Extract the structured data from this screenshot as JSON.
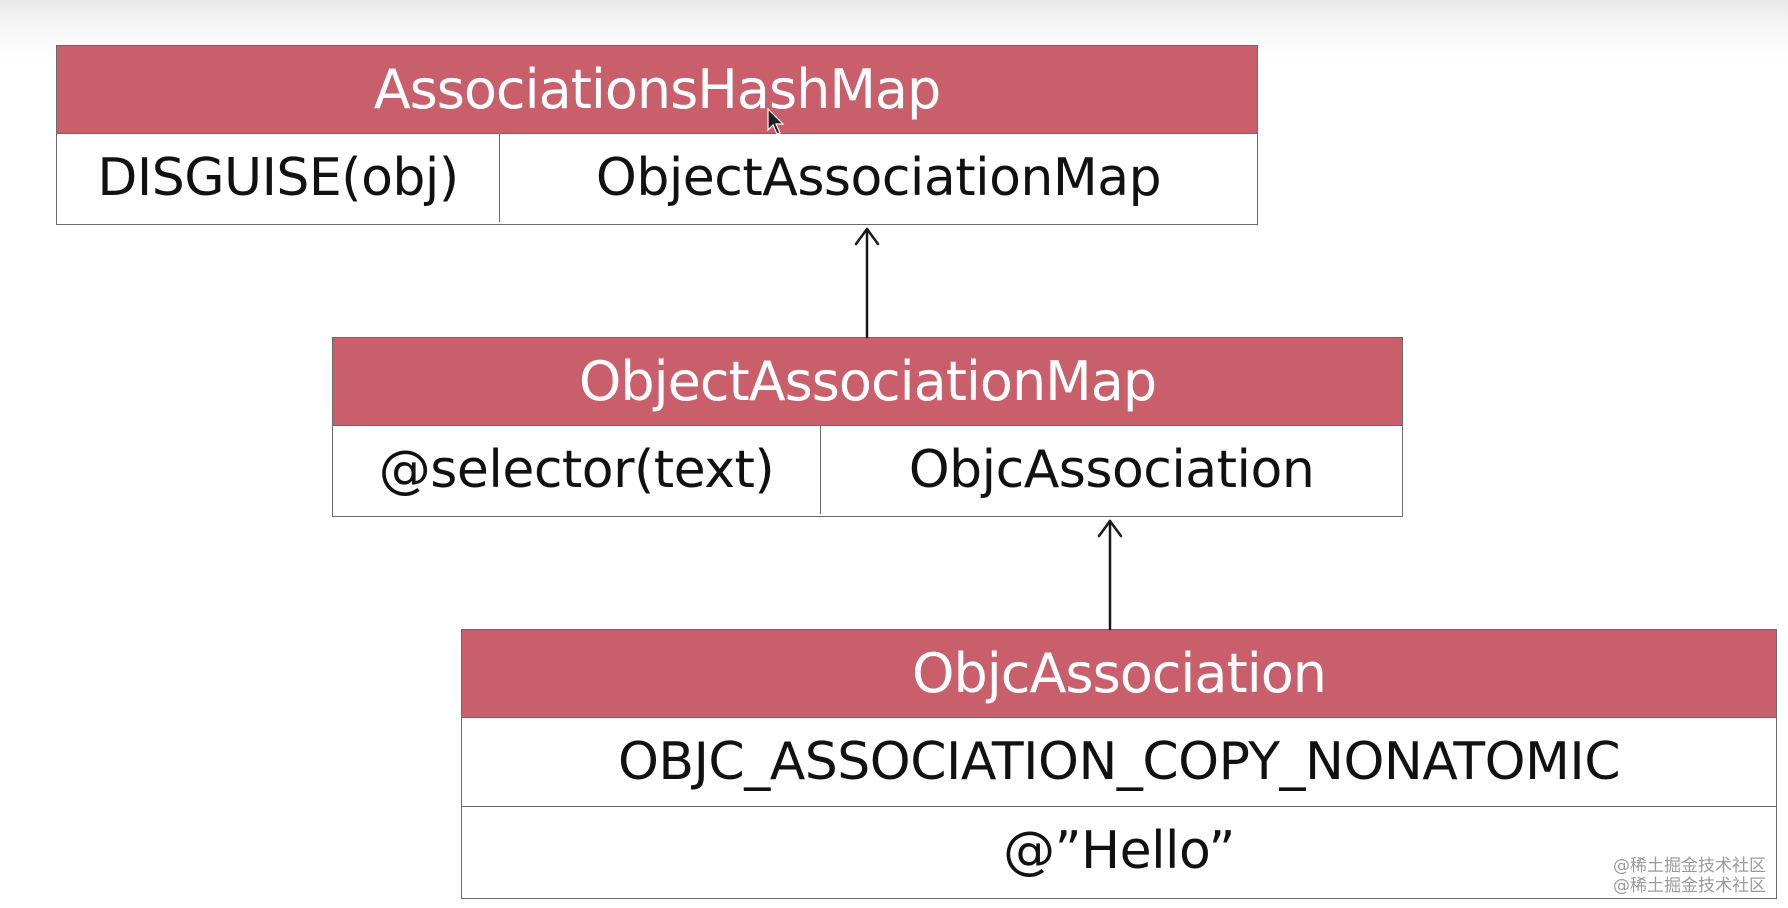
{
  "boxes": {
    "hashmap": {
      "title": "AssociationsHashMap",
      "key": "DISGUISE(obj)",
      "value": "ObjectAssociationMap"
    },
    "object_map": {
      "title": "ObjectAssociationMap",
      "key": "@selector(text)",
      "value": "ObjcAssociation"
    },
    "association": {
      "title": "ObjcAssociation",
      "policy": "OBJC_ASSOCIATION_COPY_NONATOMIC",
      "value": "@”Hello”"
    }
  },
  "watermark": {
    "line1": "@稀土掘金技术社区",
    "line2": "@稀土掘金技术社区"
  },
  "colors": {
    "header_fill": "#c85f6a",
    "border": "#6a6a6a",
    "text": "#111111",
    "header_text": "#ffffff"
  }
}
